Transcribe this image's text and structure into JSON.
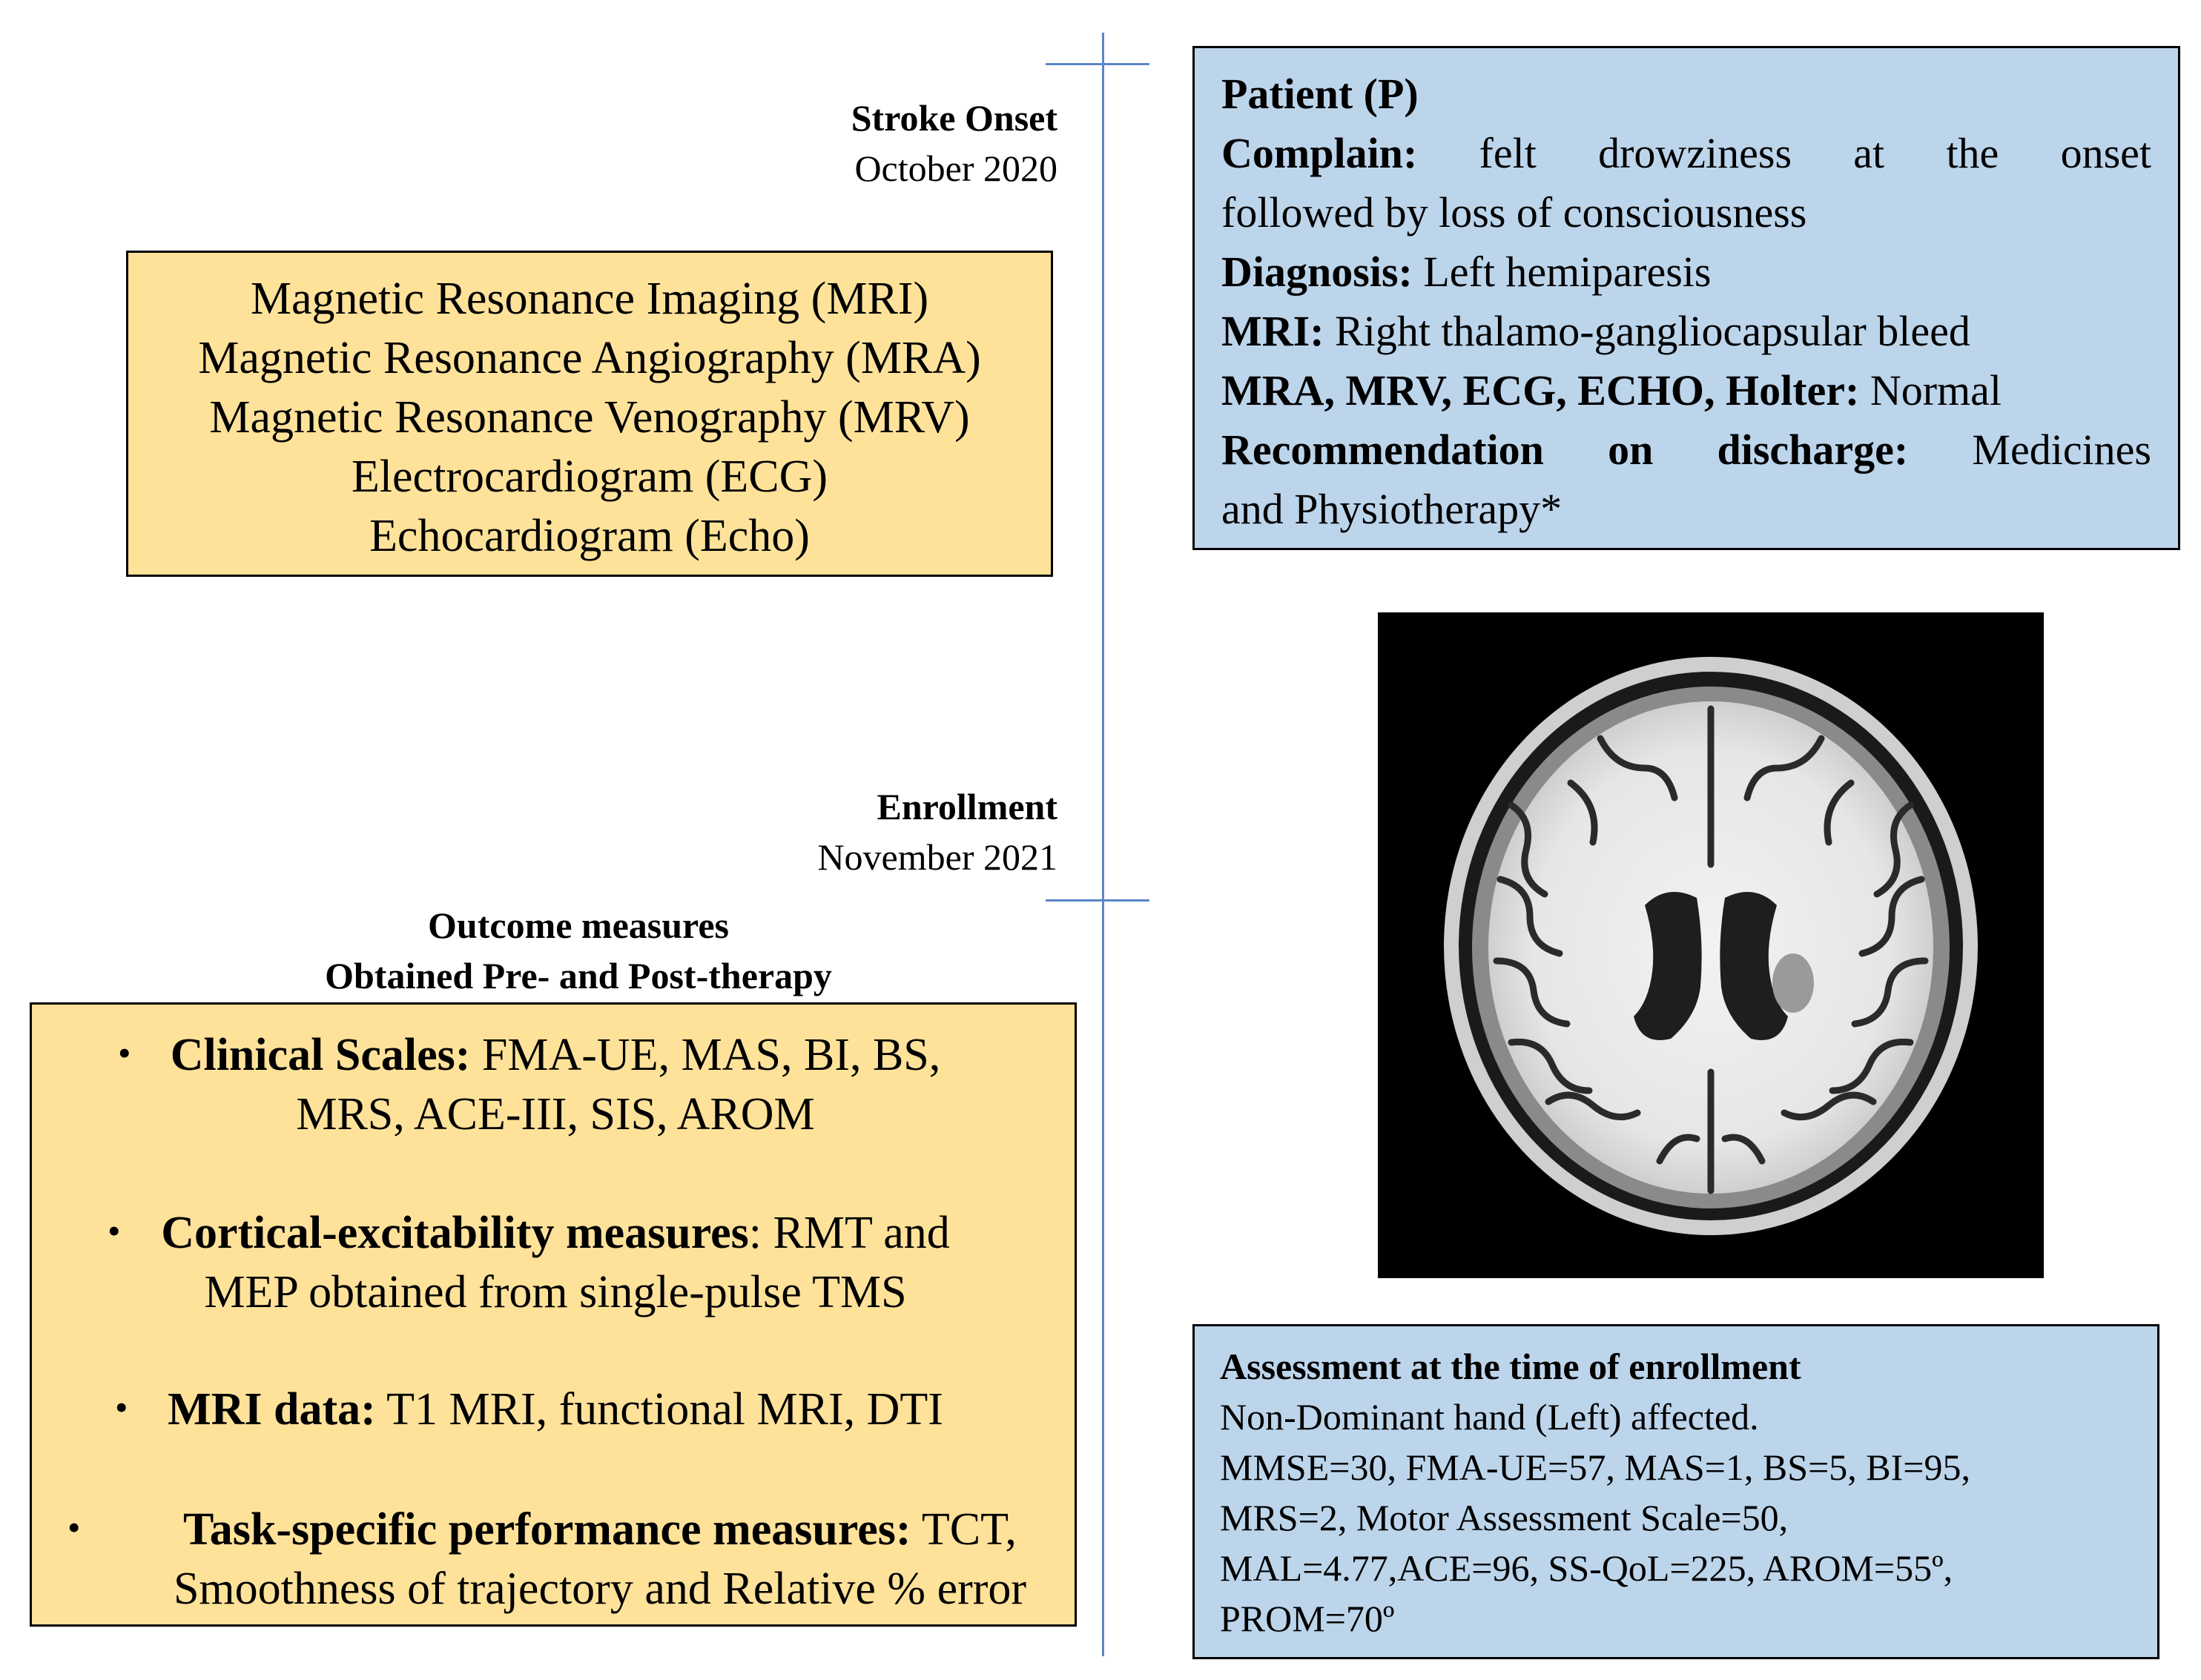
{
  "timeline": {
    "events": [
      {
        "name": "Stroke Onset",
        "date": "October 2020"
      },
      {
        "name": "Enrollment",
        "date": "November 2021"
      }
    ]
  },
  "tests_box": {
    "lines": [
      "Magnetic Resonance Imaging (MRI)",
      "Magnetic Resonance Angiography (MRA)",
      "Magnetic Resonance Venography (MRV)",
      "Electrocardiogram (ECG)",
      "Echocardiogram (Echo)"
    ]
  },
  "patient_box": {
    "title": "Patient (P)",
    "complain_label": "Complain:",
    "complain_text_1": " felt drowziness at the onset",
    "complain_text_2": "followed by loss of consciousness",
    "diagnosis_label": "Diagnosis:",
    "diagnosis_text": " Left hemiparesis",
    "mri_label": "MRI:",
    "mri_text": " Right thalamo-gangliocapsular bleed",
    "tests_label": "MRA, MRV, ECG, ECHO, Holter:",
    "tests_text": " Normal",
    "recommendation_label": "Recommendation on discharge:",
    "recommendation_text_1": " Medicines",
    "recommendation_text_2": "and Physiotherapy*"
  },
  "outcome": {
    "header_line1": "Outcome measures",
    "header_line2": "Obtained Pre- and Post-therapy",
    "bullet_symbol": "•",
    "items": [
      {
        "label": "Clinical Scales:",
        "text_1": " FMA-UE, MAS, BI, BS,",
        "text_2": "MRS, ACE-III, SIS, AROM"
      },
      {
        "label": "Cortical-excitability measures",
        "text_1": ": RMT and",
        "text_2": "MEP obtained from single-pulse TMS"
      },
      {
        "label": "MRI data:",
        "text_1": " T1 MRI, functional MRI, DTI",
        "text_2": ""
      },
      {
        "label": "Task-specific performance measures:",
        "text_1": " TCT,",
        "text_2": "Smoothness of trajectory and Relative % error"
      }
    ]
  },
  "assessment": {
    "title": "Assessment at the time of enrollment",
    "lines": [
      "Non-Dominant hand (Left) affected.",
      "MMSE=30, FMA-UE=57, MAS=1, BS=5, BI=95,",
      "MRS=2, Motor Assessment Scale=50,",
      "MAL=4.77,ACE=96, SS-QoL=225, AROM=55º,",
      "PROM=70º"
    ]
  },
  "colors": {
    "timeline": "#5b86c9",
    "yellow_box": "#ffe29a",
    "blue_box": "#bcd5eb"
  }
}
